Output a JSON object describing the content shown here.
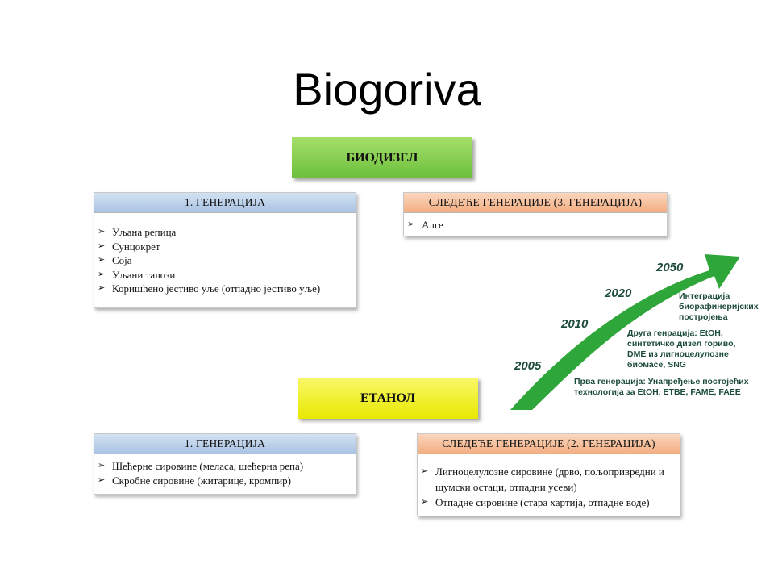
{
  "title": "Biogoriva",
  "biodizel": {
    "label": "БИОДИЗЕЛ",
    "first_gen": {
      "header": "1. ГЕНЕРАЦИЈА",
      "items": [
        "Уљана репица",
        "Сунцокрет",
        "Соја",
        "Уљани талози",
        "Коришћено јестиво уље (отпадно јестиво уље)"
      ]
    },
    "next_gen": {
      "header": "СЛЕДЕЋЕ ГЕНЕРАЦИЈЕ (3. ГЕНЕРАЦИЈА)",
      "items": [
        "Алге"
      ]
    }
  },
  "etanol": {
    "label": "ЕТАНОЛ",
    "first_gen": {
      "header": "1. ГЕНЕРАЦИЈА",
      "items": [
        "Шећерне сировине (меласа, шећерна репа)",
        "Скробне сировине (житарице, кромпир)"
      ]
    },
    "next_gen": {
      "header": "СЛЕДЕЋЕ ГЕНЕРАЦИЈЕ (2. ГЕНЕРАЦИЈА)",
      "items": [
        "Лигноцелулозне сировине (дрво, пољопривредни и шумски остаци, отпадни усеви)",
        "Отпадне сировине (стара хартија, отпадне воде)"
      ]
    }
  },
  "timeline": {
    "years": [
      "2005",
      "2010",
      "2020",
      "2050"
    ],
    "notes": {
      "n2050": [
        "Интеграција",
        "биорафинеријских",
        "постројења"
      ],
      "n2020": [
        "Друга генрација: EtOH,",
        "синтетичко дизел гориво,",
        "DME из лигноцелулозне",
        "биомасе, SNG"
      ],
      "n2010": [
        "Прва генерација: Унапређење постојећих",
        "технологија за EtOH, ETBE, FAME, FAEE"
      ]
    },
    "arrow_color": "#2fa639",
    "text_color": "#1d4c3a"
  },
  "colors": {
    "biodizel_box": "#8fd154",
    "etanol_box": "#f0f020",
    "blue_header": "#b9cfe9",
    "orange_header": "#f6c09a"
  }
}
